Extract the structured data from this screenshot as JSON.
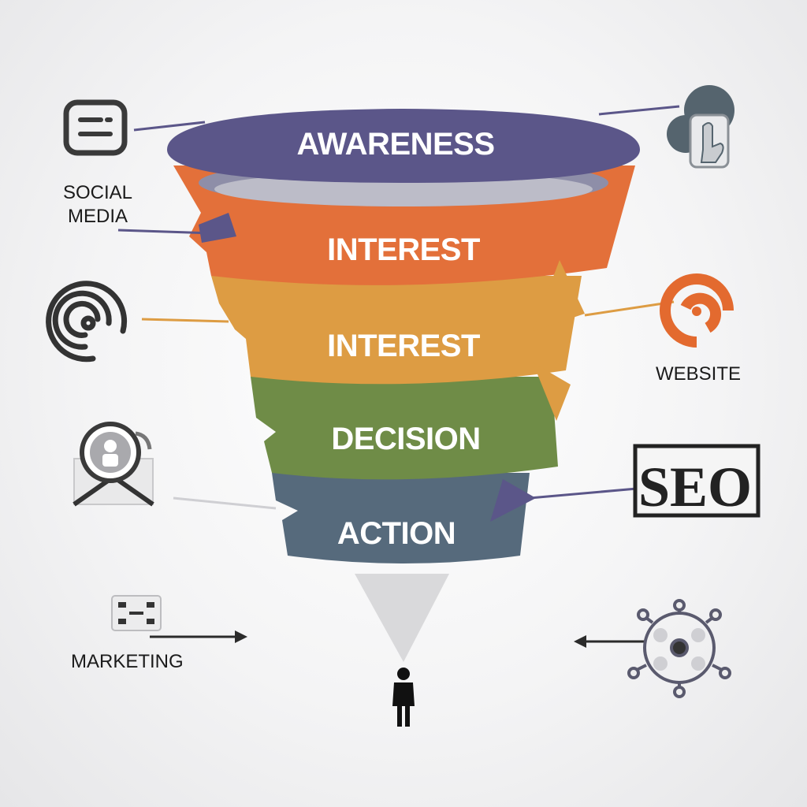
{
  "funnel": {
    "stages": [
      {
        "id": "awareness",
        "label": "AWARENESS",
        "color": "#5b5689"
      },
      {
        "id": "interest-1",
        "label": "INTEREST",
        "color": "#e3703a"
      },
      {
        "id": "interest-2",
        "label": "INTEREST",
        "color": "#dd9c43"
      },
      {
        "id": "decision",
        "label": "DECISION",
        "color": "#6f8c47"
      },
      {
        "id": "action",
        "label": "ACTION",
        "color": "#566a7c"
      }
    ]
  },
  "side_labels": {
    "social_media_line1": "SOCIAL",
    "social_media_line2": "MEDIA",
    "website": "WEBSITE",
    "marketing": "MARKETING",
    "seo": "SEO"
  },
  "icons": [
    "chat-bubble-icon",
    "spiral-icon",
    "email-contact-icon",
    "film-strip-icon",
    "cloud-pointer-icon",
    "target-circle-icon",
    "seo-badge-icon",
    "network-hub-icon",
    "person-icon"
  ],
  "colors": {
    "awareness": "#5b5689",
    "interest_orange": "#e3703a",
    "interest_yellow": "#dd9c43",
    "decision": "#6f8c47",
    "action": "#566a7c",
    "text_dark": "#1b1b1b"
  }
}
